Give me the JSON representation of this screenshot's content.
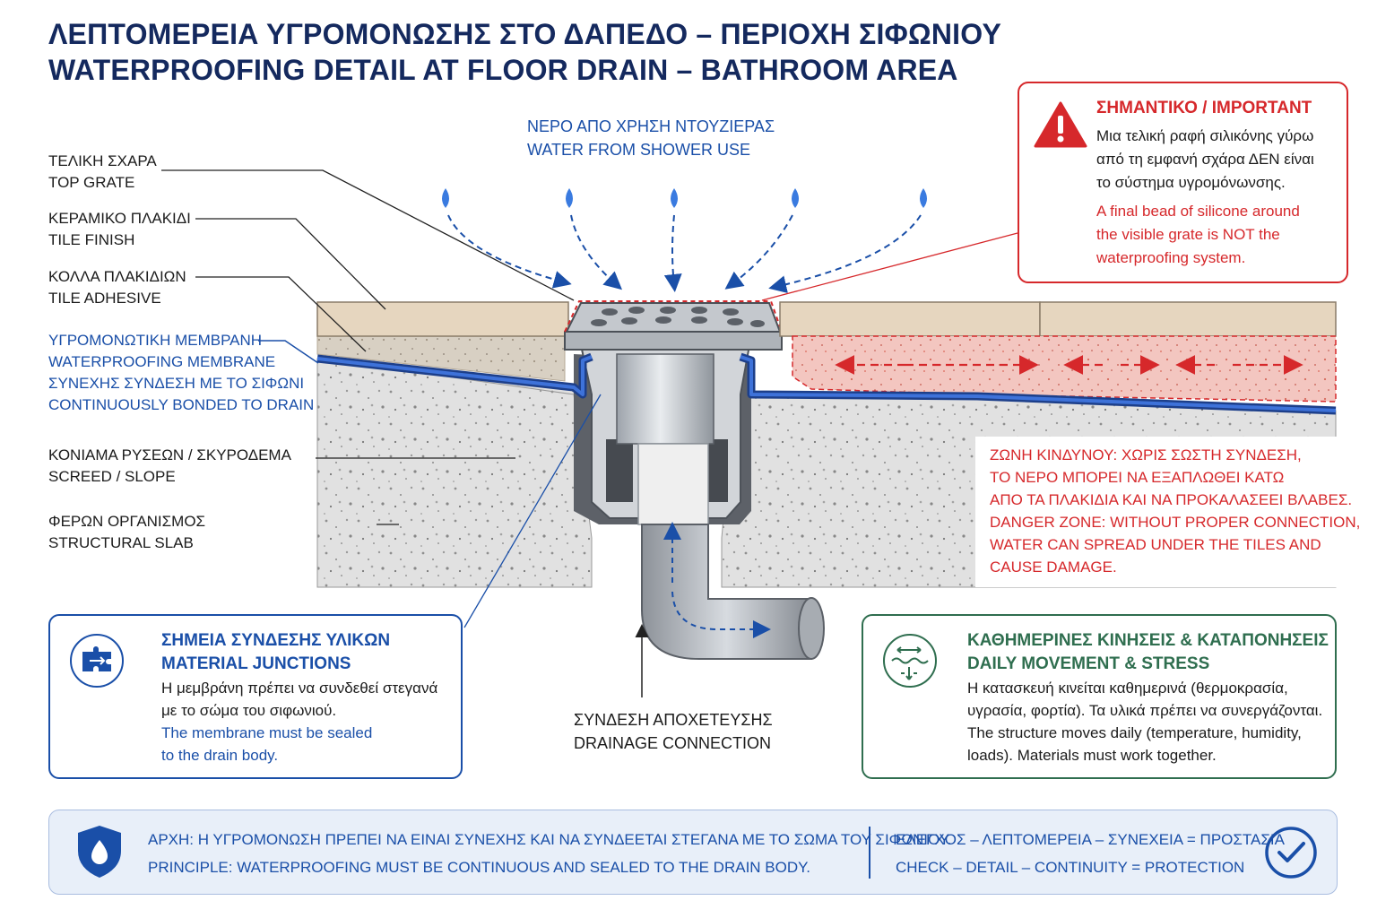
{
  "title": {
    "greek": "ΛΕΠΤΟΜΕΡΕΙΑ ΥΓΡΟΜΟΝΩΣΗΣ ΣΤΟ ΔΑΠΕΔΟ – ΠΕΡΙΟΧΗ ΣΙΦΩΝΙΟΥ",
    "english": "WATERPROOFING DETAIL AT FLOOR DRAIN – BATHROOM AREA"
  },
  "water_label": {
    "greek": "ΝΕΡΟ ΑΠΟ ΧΡΗΣΗ ΝΤΟΥΖΙΕΡΑΣ",
    "english": "WATER FROM SHOWER USE"
  },
  "layers": [
    {
      "greek": "ΤΕΛΙΚΗ ΣΧΑΡΑ",
      "english": "TOP GRATE"
    },
    {
      "greek": "ΚΕΡΑΜΙΚΟ ΠΛΑΚΙΔΙ",
      "english": "TILE FINISH"
    },
    {
      "greek": "ΚΟΛΛΑ ΠΛΑΚΙΔΙΩΝ",
      "english": "TILE ADHESIVE"
    },
    {
      "greek": "ΥΓΡΟΜΟΝΩΤΙΚΗ ΜΕΜΒΡΑΝΗ",
      "english": "WATERPROOFING MEMBRANE",
      "greek2": "ΣΥΝΕΧΗΣ ΣΥΝΔΕΣΗ ΜΕ ΤΟ ΣΙΦΩΝΙ",
      "english2": "CONTINUOUSLY BONDED TO DRAIN"
    },
    {
      "greek": "ΚΟΝΙΑΜΑ ΡΥΣΕΩΝ / ΣΚΥΡΟΔΕΜΑ",
      "english": "SCREED / SLOPE"
    },
    {
      "greek": "ΦΕΡΩΝ ΟΡΓΑΝΙΣΜΟΣ",
      "english": "STRUCTURAL SLAB"
    }
  ],
  "important": {
    "heading": "ΣΗΜΑΝΤΙΚΟ / IMPORTANT",
    "greek_lines": [
      "Μια τελική ραφή σιλικόνης γύρω",
      "από τη εμφανή σχάρα ΔΕΝ είναι",
      "το σύστημα υγρομόνωνσης."
    ],
    "english_lines": [
      "A final bead of silicone around",
      "the visible grate is NOT the",
      "waterproofing system."
    ]
  },
  "danger_zone": {
    "greek_lines": [
      "ΖΩΝΗ ΚΙΝΔΥΝΟΥ: ΧΩΡΙΣ ΣΩΣΤΗ ΣΥΝΔΕΣΗ,",
      "ΤΟ ΝΕΡΟ ΜΠΟΡΕΙ ΝΑ ΕΞΑΠΛΩΘΕΙ ΚΑΤΩ",
      "ΑΠΟ ΤΑ ΠΛΑΚΙΔΙΑ ΚΑΙ ΝΑ ΠΡΟΚΑΛΑΣΕΕΙ ΒΛΑΒΕΣ."
    ],
    "english_lines": [
      "DANGER ZONE: WITHOUT PROPER CONNECTION,",
      "WATER CAN SPREAD UNDER THE TILES AND",
      "CAUSE DAMAGE."
    ]
  },
  "drainage": {
    "greek": "ΣΥΝΔΕΣΗ ΑΠΟΧΕΤΕΥΣΗΣ",
    "english": "DRAINAGE CONNECTION"
  },
  "junctions_card": {
    "heading_greek": "ΣΗΜΕΙΑ ΣΥΝΔΕΣΗΣ ΥΛΙΚΩΝ",
    "heading_english": "MATERIAL JUNCTIONS",
    "body_greek": [
      "Η μεμβράνη πρέπει να συνδεθεί στεγανά",
      "με το σώμα του σιφωνιού."
    ],
    "body_english": [
      "The membrane must be sealed",
      "to the drain body."
    ]
  },
  "movement_card": {
    "heading_greek": "ΚΑΘΗΜΕΡΙΝΕΣ ΚΙΝΗΣΕΙΣ & ΚΑΤΑΠΟΝΗΣΕΙΣ",
    "heading_english": "DAILY MOVEMENT & STRESS",
    "body_greek": [
      "Η κατασκευή κινείται καθημερινά (θερμοκρασία,",
      "υγρασία, φορτία). Τα υλικά πρέπει να συνεργάζονται."
    ],
    "body_english": [
      "The structure moves daily (temperature, humidity,",
      "loads). Materials must work together."
    ]
  },
  "principle": {
    "greek": "ΑΡΧΗ: Η ΥΓΡΟΜΟΝΩΣΗ ΠΡΕΠΕΙ ΝΑ ΕΙΝΑΙ ΣΥΝΕΧΗΣ ΚΑΙ ΝΑ ΣΥΝΔΕΕΤΑΙ ΣΤΕΓΑΝΑ ΜΕ ΤΟ ΣΩΜΑ ΤΟΥ ΣΙΦΩΝΙΟΥ.",
    "english": "PRINCIPLE: WATERPROOFING MUST BE CONTINUOUS AND SEALED TO THE DRAIN BODY.",
    "check_greek": "ΕΛΕΓΧΟΣ – ΛΕΠΤΟΜΕΡΕΙΑ – ΣΥΝΕΧΕΙΑ = ΠΡΟΣΤΑΣΙΑ",
    "check_english": "CHECK – DETAIL – CONTINUITY = PROTECTION"
  },
  "colors": {
    "navy": "#14295e",
    "blue": "#1a4fa8",
    "red": "#d6282b",
    "green": "#2f6e4f",
    "membrane": "#2f5fc4",
    "concrete": "#e1e1e1",
    "tile": "#e6d6bf"
  }
}
